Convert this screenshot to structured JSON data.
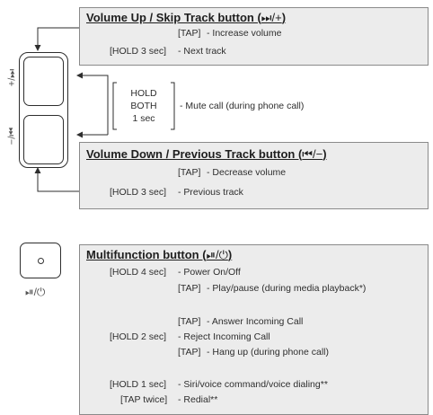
{
  "volume_up": {
    "title": "Volume Up / Skip Track button (",
    "title_symbol": "⏭/+",
    "title_end": ")",
    "tap_label": "[TAP]",
    "tap_desc": "- Increase volume",
    "hold_label": "[HOLD 3 sec]",
    "hold_desc": "- Next track"
  },
  "volume_down": {
    "title": "Volume Down / Previous Track button (",
    "title_symbol": "⏮/−",
    "title_end": ")",
    "tap_label": "[TAP]",
    "tap_desc": "- Decrease volume",
    "hold_label": "[HOLD 3 sec]",
    "hold_desc": "- Previous track"
  },
  "side_labels": {
    "up": "+/⏭",
    "down": "−/⏮"
  },
  "hold_both": {
    "line1": "HOLD",
    "line2": "BOTH",
    "line3": "1 sec",
    "desc": "- Mute call (during phone call)"
  },
  "multifunction": {
    "title": "Multifunction button (",
    "title_symbol": "⏯/⏻",
    "title_end": ")",
    "button_symbol": "⏯/⏻",
    "rows": [
      {
        "label": "[HOLD 4 sec]",
        "desc": "- Power On/Off"
      },
      {
        "label": "[TAP]",
        "desc": "- Play/pause (during media playback*)"
      },
      {
        "label": "[TAP]",
        "desc": "- Answer Incoming Call"
      },
      {
        "label": "[HOLD 2 sec]",
        "desc": "- Reject Incoming Call"
      },
      {
        "label": "[TAP]",
        "desc": "- Hang up (during phone call)"
      },
      {
        "label": "[HOLD 1 sec]",
        "desc": "- Siri/voice command/voice dialing**"
      },
      {
        "label": "[TAP twice]",
        "desc": "- Redial**"
      }
    ]
  }
}
